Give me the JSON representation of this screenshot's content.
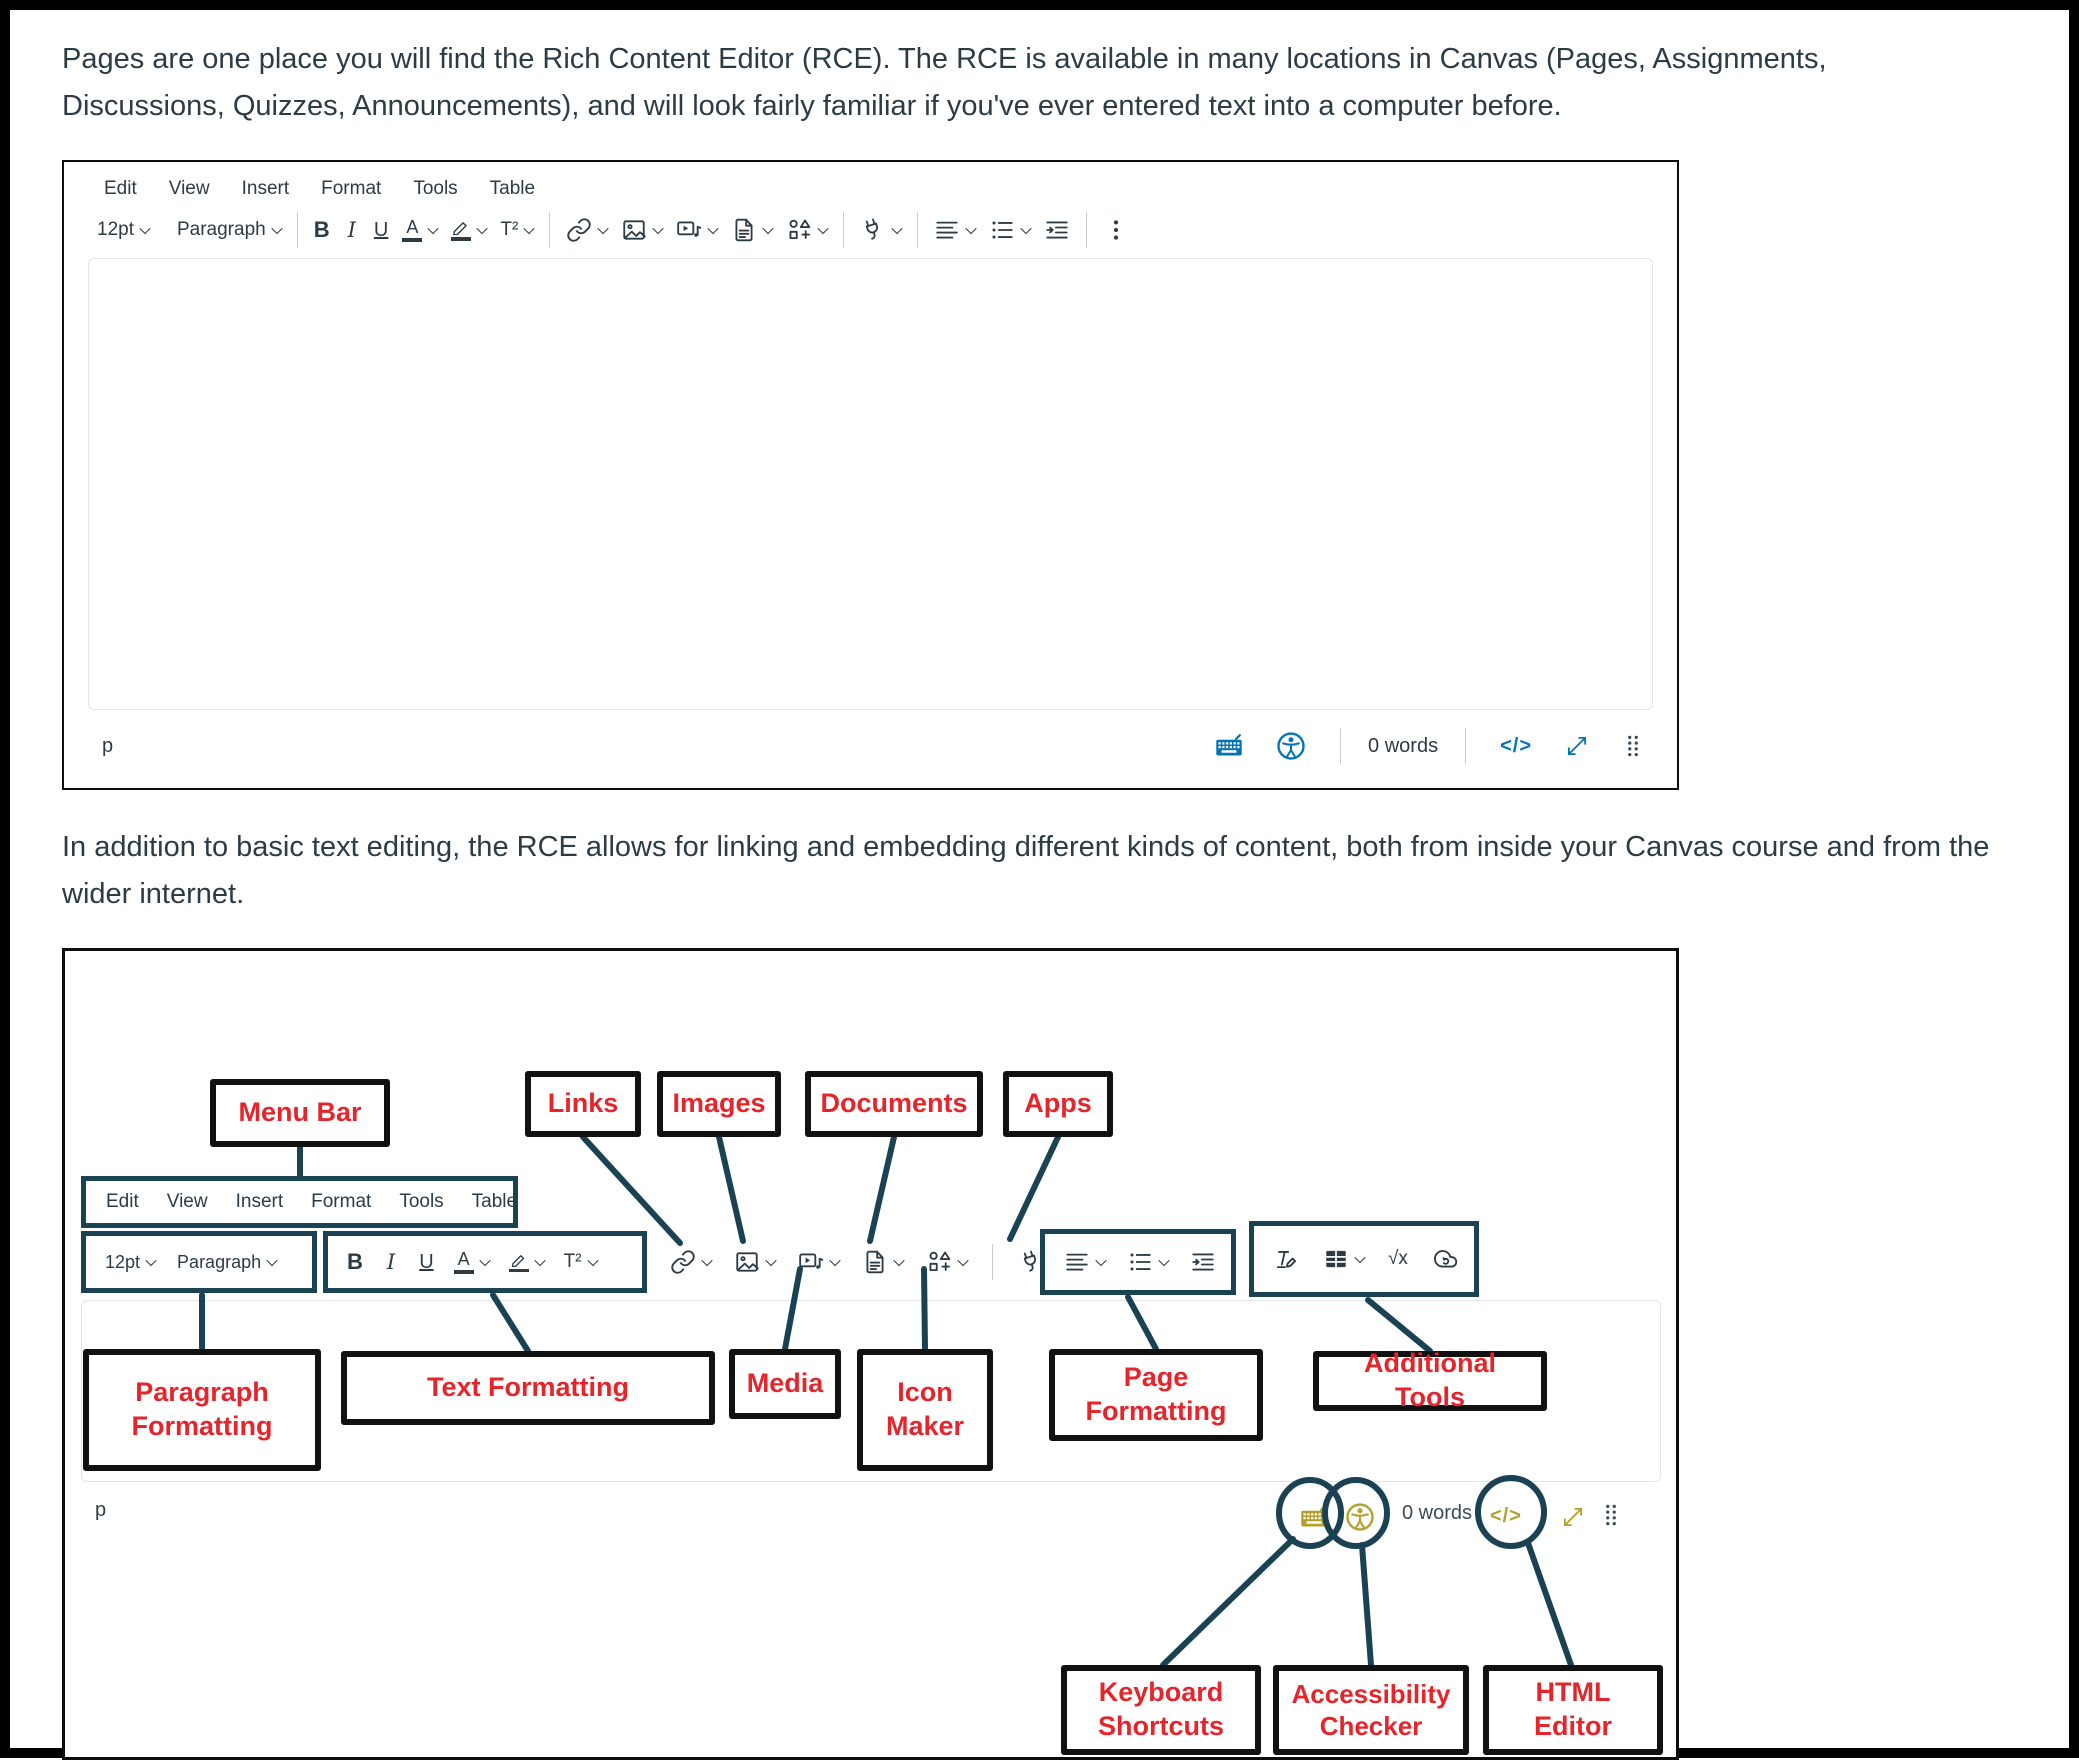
{
  "page": {
    "intro_paragraph": "Pages are one place you will find the Rich Content Editor (RCE). The RCE is available in many locations in Canvas (Pages, Assignments, Discussions, Quizzes, Announcements), and will look fairly familiar if you've ever entered text into a computer before.",
    "second_paragraph": "In addition to basic text editing, the RCE allows for linking and embedding different kinds of content, both from inside your Canvas course and from the wider internet."
  },
  "editor": {
    "menu": [
      "Edit",
      "View",
      "Insert",
      "Format",
      "Tools",
      "Table"
    ],
    "toolbar": {
      "font_size": "12pt",
      "paragraph_style": "Paragraph",
      "bold": "B",
      "italic": "I",
      "underline": "U",
      "text_color": "A",
      "superscript": "T²"
    },
    "status": {
      "paragraph_indicator": "p",
      "word_count": "0 words",
      "html_label": "</>"
    }
  },
  "diagram": {
    "menu": [
      "Edit",
      "View",
      "Insert",
      "Format",
      "Tools",
      "Table"
    ],
    "toolbar": {
      "font_size": "12pt",
      "paragraph_style": "Paragraph",
      "bold": "B",
      "italic": "I",
      "underline": "U",
      "text_color": "A",
      "superscript": "T²",
      "equation": "√x"
    },
    "status": {
      "paragraph_indicator": "p",
      "word_count": "0 words",
      "html_label": "</>"
    },
    "callouts": {
      "menu_bar": "Menu Bar",
      "links": "Links",
      "images": "Images",
      "documents": "Documents",
      "apps": "Apps",
      "paragraph_formatting": "Paragraph Formatting",
      "text_formatting": "Text Formatting",
      "media": "Media",
      "icon_maker": "Icon Maker",
      "page_formatting": "Page Formatting",
      "additional_tools": "Additional Tools",
      "keyboard_shortcuts": "Keyboard Shortcuts",
      "accessibility_checker": "Accessibility Checker",
      "html_editor": "HTML Editor"
    }
  },
  "colors": {
    "ink": "#2D3B45",
    "accent_blue": "#0374B5",
    "callout_red": "#E5252C",
    "annotation_teal": "#1B4253",
    "status_gold": "#B49F2C",
    "divider_gray": "#C7CDD1",
    "content_border": "#E2E5E8"
  }
}
